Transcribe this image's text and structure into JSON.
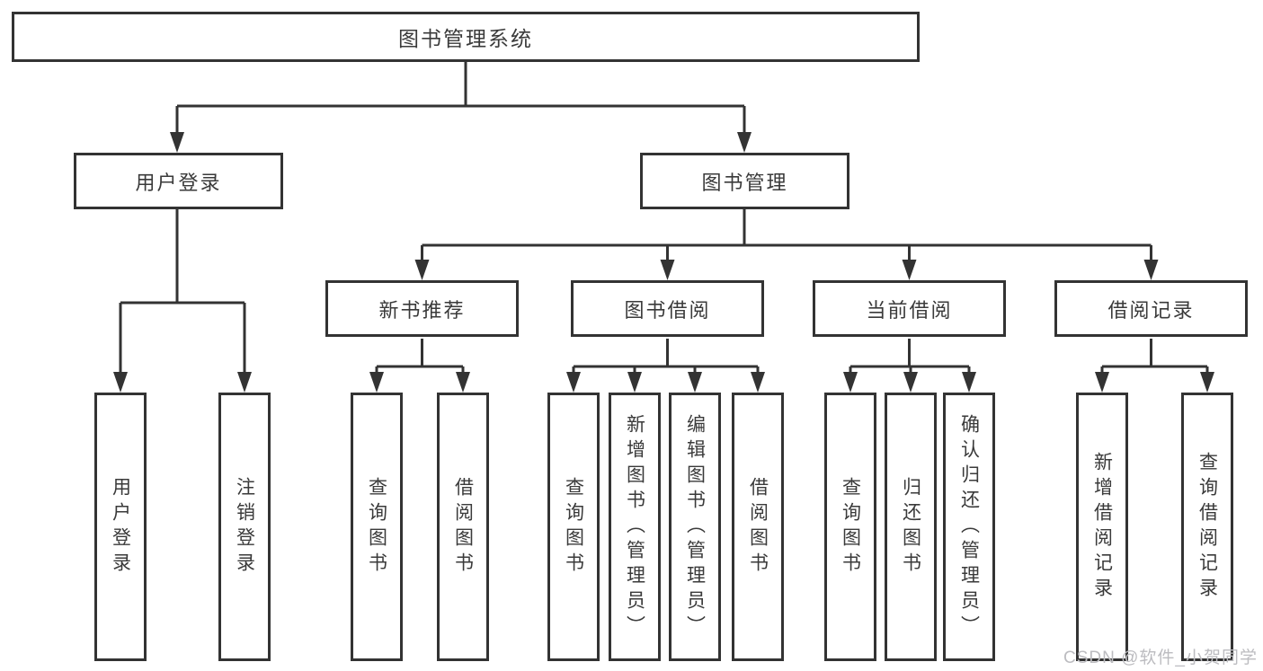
{
  "diagram": {
    "root": {
      "label": "图书管理系统"
    },
    "user_login": {
      "label": "用户登录",
      "children": [
        {
          "label": "用户登录"
        },
        {
          "label": "注销登录"
        }
      ]
    },
    "book_mgmt": {
      "label": "图书管理",
      "sections": [
        {
          "label": "新书推荐",
          "children": [
            {
              "label": "查询图书"
            },
            {
              "label": "借阅图书"
            }
          ]
        },
        {
          "label": "图书借阅",
          "children": [
            {
              "label": "查询图书"
            },
            {
              "label": "新增图书（管理员）"
            },
            {
              "label": "编辑图书（管理员）"
            },
            {
              "label": "借阅图书"
            }
          ]
        },
        {
          "label": "当前借阅",
          "children": [
            {
              "label": "查询图书"
            },
            {
              "label": "归还图书"
            },
            {
              "label": "确认归还（管理员）"
            }
          ]
        },
        {
          "label": "借阅记录",
          "children": [
            {
              "label": "新增借阅记录"
            },
            {
              "label": "查询借阅记录"
            }
          ]
        }
      ]
    }
  },
  "watermark": {
    "text": "CSDN @软件_小贺同学"
  },
  "colors": {
    "line": "#333333",
    "text": "#3a3a3a",
    "box_background": "#ffffff",
    "watermark": "#bcbcc0"
  }
}
